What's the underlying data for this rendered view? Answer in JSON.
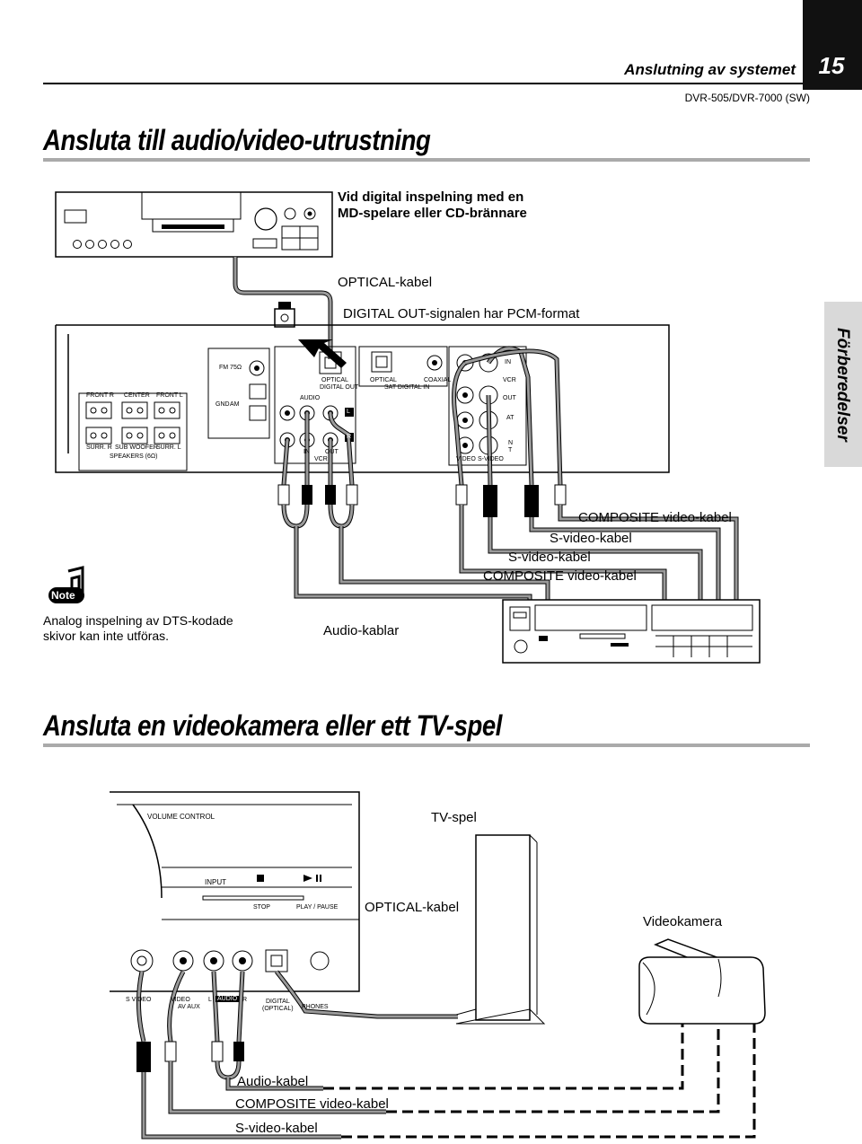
{
  "header": {
    "section_title": "Anslutning av systemet",
    "page_number": "15",
    "model": "DVR-505/DVR-7000 (SW)"
  },
  "side_tab": {
    "label": "Förberedelser"
  },
  "section1": {
    "title": "Ansluta till audio/video-utrustning",
    "recorder_label_line1": "Vid digital inspelning med en",
    "recorder_label_line2": "MD-spelare eller CD-brännare",
    "optical_cable": "OPTICAL-kabel",
    "digital_out_note": "DIGITAL OUT-signalen har PCM-format",
    "composite_cable_1": "COMPOSITE video-kabel",
    "svideo_cable_1": "S-video-kabel",
    "svideo_cable_2": "S-video-kabel",
    "composite_cable_2": "COMPOSITE video-kabel",
    "audio_cables": "Audio-kablar",
    "panel": {
      "front_r": "FRONT R",
      "center": "CENTER",
      "front_l": "FRONT L",
      "surr_r": "SURR. R",
      "sub_woofer": "SUB WOOFER",
      "surr_l": "SURR. L",
      "speakers": "SPEAKERS (6Ω)",
      "fm": "FM 75Ω",
      "gnd": "GND",
      "am": "AM",
      "audio": "AUDIO",
      "optical_out": "OPTICAL",
      "digital_out": "DIGITAL OUT",
      "optical_in": "OPTICAL",
      "sat_digital_in": "SAT DIGITAL IN",
      "coaxial": "COAXIAL",
      "in": "IN",
      "out": "OUT",
      "vcr": "VCR",
      "l": "L",
      "r": "R",
      "video": "VIDEO",
      "s_video": "S-VIDEO",
      "v_in": "IN",
      "v_vcr": "VCR",
      "v_out": "OUT",
      "sat": "AT",
      "mon": "N",
      "st": "T"
    }
  },
  "note": {
    "badge": "Note",
    "line1": "Analog inspelning av DTS-kodade",
    "line2": "skivor kan inte utföras."
  },
  "section2": {
    "title": "Ansluta en videokamera eller ett TV-spel",
    "game_label": "TV-spel",
    "camera_label": "Videokamera",
    "optical_cable": "OPTICAL-kabel",
    "audio_cable": "Audio-kabel",
    "composite_cable": "COMPOSITE video-kabel",
    "svideo_cable": "S-video-kabel",
    "front_panel": {
      "volume": "VOLUME CONTROL",
      "input": "INPUT",
      "stop": "STOP",
      "play_pause": "PLAY / PAUSE",
      "s_video": "S VIDEO",
      "video": "VIDEO",
      "av_aux": "AV AUX",
      "l": "L",
      "audio": "AUDIO",
      "r": "R",
      "digital": "DIGITAL",
      "optical": "(OPTICAL)",
      "phones": "PHONES"
    }
  }
}
